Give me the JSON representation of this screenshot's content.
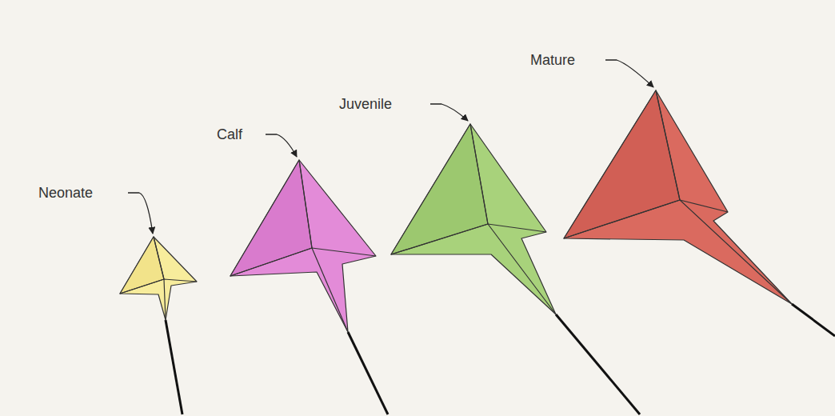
{
  "diagram": {
    "labels": [
      "Neonate",
      "Calf",
      "Juvenile",
      "Mature"
    ]
  }
}
